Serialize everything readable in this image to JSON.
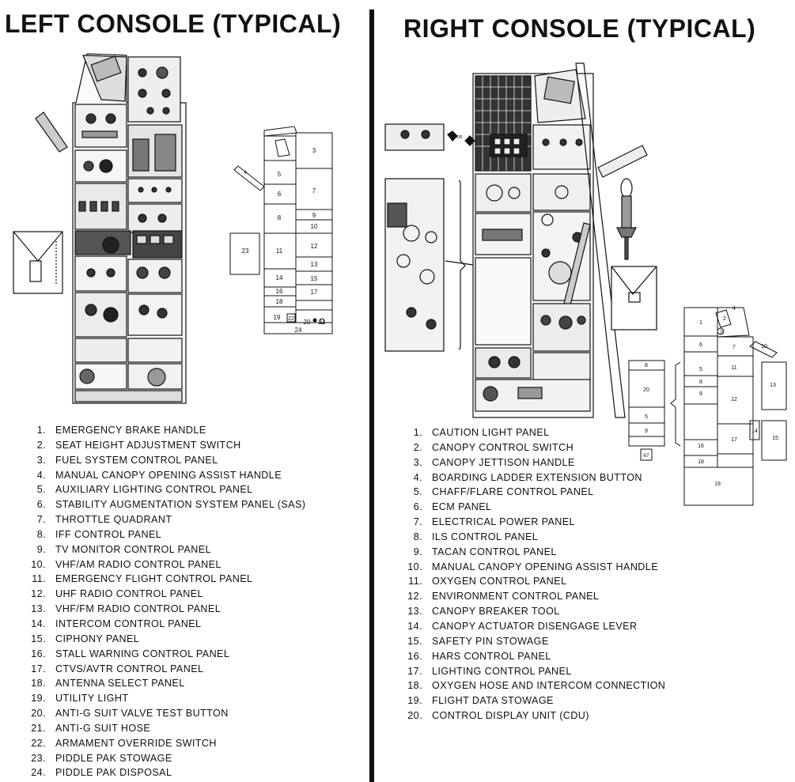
{
  "left_console": {
    "title": "LEFT CONSOLE (TYPICAL)",
    "items": [
      {
        "num": "1.",
        "label": "EMERGENCY BRAKE HANDLE"
      },
      {
        "num": "2.",
        "label": "SEAT HEIGHT ADJUSTMENT SWITCH"
      },
      {
        "num": "3.",
        "label": "FUEL SYSTEM CONTROL PANEL"
      },
      {
        "num": "4.",
        "label": "MANUAL CANOPY OPENING ASSIST HANDLE"
      },
      {
        "num": "5.",
        "label": "AUXILIARY LIGHTING CONTROL PANEL"
      },
      {
        "num": "6.",
        "label": "STABILITY AUGMENTATION SYSTEM PANEL (SAS)"
      },
      {
        "num": "7.",
        "label": "THROTTLE QUADRANT"
      },
      {
        "num": "8.",
        "label": "IFF CONTROL PANEL"
      },
      {
        "num": "9.",
        "label": "TV MONITOR CONTROL PANEL"
      },
      {
        "num": "10.",
        "label": "VHF/AM RADIO CONTROL PANEL"
      },
      {
        "num": "11.",
        "label": "EMERGENCY FLIGHT CONTROL PANEL"
      },
      {
        "num": "12.",
        "label": "UHF RADIO CONTROL PANEL"
      },
      {
        "num": "13.",
        "label": "VHF/FM RADIO CONTROL PANEL"
      },
      {
        "num": "14.",
        "label": "INTERCOM CONTROL PANEL"
      },
      {
        "num": "15.",
        "label": "CIPHONY PANEL"
      },
      {
        "num": "16.",
        "label": "STALL WARNING CONTROL PANEL"
      },
      {
        "num": "17.",
        "label": "CTVS/AVTR CONTROL PANEL"
      },
      {
        "num": "18.",
        "label": "ANTENNA SELECT PANEL"
      },
      {
        "num": "19.",
        "label": "UTILITY LIGHT"
      },
      {
        "num": "20.",
        "label": "ANTI-G SUIT VALVE TEST BUTTON"
      },
      {
        "num": "21.",
        "label": "ANTI-G SUIT HOSE"
      },
      {
        "num": "22.",
        "label": "ARMAMENT OVERRIDE SWITCH"
      },
      {
        "num": "23.",
        "label": "PIDDLE PAK STOWAGE"
      },
      {
        "num": "24.",
        "label": "PIDDLE PAK DISPOSAL"
      }
    ],
    "diagram_numbers": [
      "3",
      "5",
      "6",
      "7",
      "8",
      "9",
      "10",
      "11",
      "12",
      "13",
      "14",
      "15",
      "16",
      "17",
      "18",
      "19",
      "20",
      "21",
      "22",
      "23",
      "24",
      "4"
    ]
  },
  "right_console": {
    "title": "RIGHT CONSOLE (TYPICAL)",
    "items": [
      {
        "num": "1.",
        "label": "CAUTION LIGHT PANEL"
      },
      {
        "num": "2.",
        "label": "CANOPY CONTROL SWITCH"
      },
      {
        "num": "3.",
        "label": "CANOPY JETTISON HANDLE"
      },
      {
        "num": "4.",
        "label": "BOARDING LADDER EXTENSION BUTTON"
      },
      {
        "num": "5.",
        "label": "CHAFF/FLARE CONTROL PANEL"
      },
      {
        "num": "6.",
        "label": "ECM PANEL"
      },
      {
        "num": "7.",
        "label": "ELECTRICAL POWER PANEL"
      },
      {
        "num": "8.",
        "label": "ILS CONTROL PANEL"
      },
      {
        "num": "9.",
        "label": "TACAN CONTROL PANEL"
      },
      {
        "num": "10.",
        "label": "MANUAL CANOPY OPENING ASSIST HANDLE"
      },
      {
        "num": "11.",
        "label": "OXYGEN CONTROL PANEL"
      },
      {
        "num": "12.",
        "label": "ENVIRONMENT CONTROL PANEL"
      },
      {
        "num": "13.",
        "label": "CANOPY BREAKER TOOL"
      },
      {
        "num": "14.",
        "label": "CANOPY ACTUATOR DISENGAGE LEVER"
      },
      {
        "num": "15.",
        "label": "SAFETY PIN STOWAGE"
      },
      {
        "num": "16.",
        "label": "HARS CONTROL PANEL"
      },
      {
        "num": "17.",
        "label": "LIGHTING CONTROL PANEL"
      },
      {
        "num": "18.",
        "label": "OXYGEN HOSE AND INTERCOM CONNECTION"
      },
      {
        "num": "19.",
        "label": "FLIGHT DATA STOWAGE"
      },
      {
        "num": "20.",
        "label": "CONTROL DISPLAY UNIT (CDU)"
      }
    ],
    "diagram_numbers": [
      "1",
      "2",
      "3",
      "4",
      "5",
      "6",
      "7",
      "8",
      "9",
      "10",
      "11",
      "12",
      "13",
      "14",
      "15",
      "16",
      "17",
      "18",
      "19",
      "20",
      "5",
      "8",
      "9",
      "20"
    ],
    "or_label": "OR",
    "box_label": "67"
  },
  "colors": {
    "ink": "#111111",
    "panel": "#222222",
    "background": "#ffffff"
  }
}
